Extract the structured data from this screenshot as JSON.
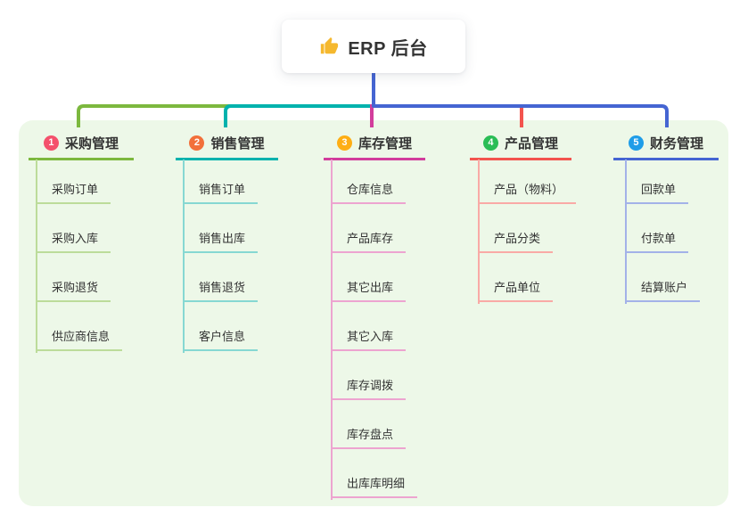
{
  "root": {
    "title": "ERP 后台",
    "icon": "thumbs-up-icon"
  },
  "colors": {
    "page_bg": "#ffffff",
    "canvas_bg": "#edf8e8",
    "text": "#333333",
    "root_line": "#4565d2",
    "thumb_icon": "#f5b82e"
  },
  "branches": [
    {
      "badge": "1",
      "label": "采购管理",
      "badge_color": "#f4516c",
      "line_color": "#7cb83e",
      "child_line_color": "#bcdc9a",
      "children": [
        "采购订单",
        "采购入库",
        "采购退货",
        "供应商信息"
      ]
    },
    {
      "badge": "2",
      "label": "销售管理",
      "badge_color": "#f2703a",
      "line_color": "#00b2ad",
      "child_line_color": "#86d8d2",
      "children": [
        "销售订单",
        "销售出库",
        "销售退货",
        "客户信息"
      ]
    },
    {
      "badge": "3",
      "label": "库存管理",
      "badge_color": "#feae14",
      "line_color": "#d23d9c",
      "child_line_color": "#eda4d0",
      "children": [
        "仓库信息",
        "产品库存",
        "其它出库",
        "其它入库",
        "库存调拨",
        "库存盘点",
        "出库库明细"
      ]
    },
    {
      "badge": "4",
      "label": "产品管理",
      "badge_color": "#2abd55",
      "line_color": "#f3544e",
      "child_line_color": "#f9aaa6",
      "children": [
        "产品（物料）",
        "产品分类",
        "产品单位"
      ]
    },
    {
      "badge": "5",
      "label": "财务管理",
      "badge_color": "#1f9de8",
      "line_color": "#4565d2",
      "child_line_color": "#a3b2e8",
      "children": [
        "回款单",
        "付款单",
        "结算账户"
      ]
    }
  ]
}
